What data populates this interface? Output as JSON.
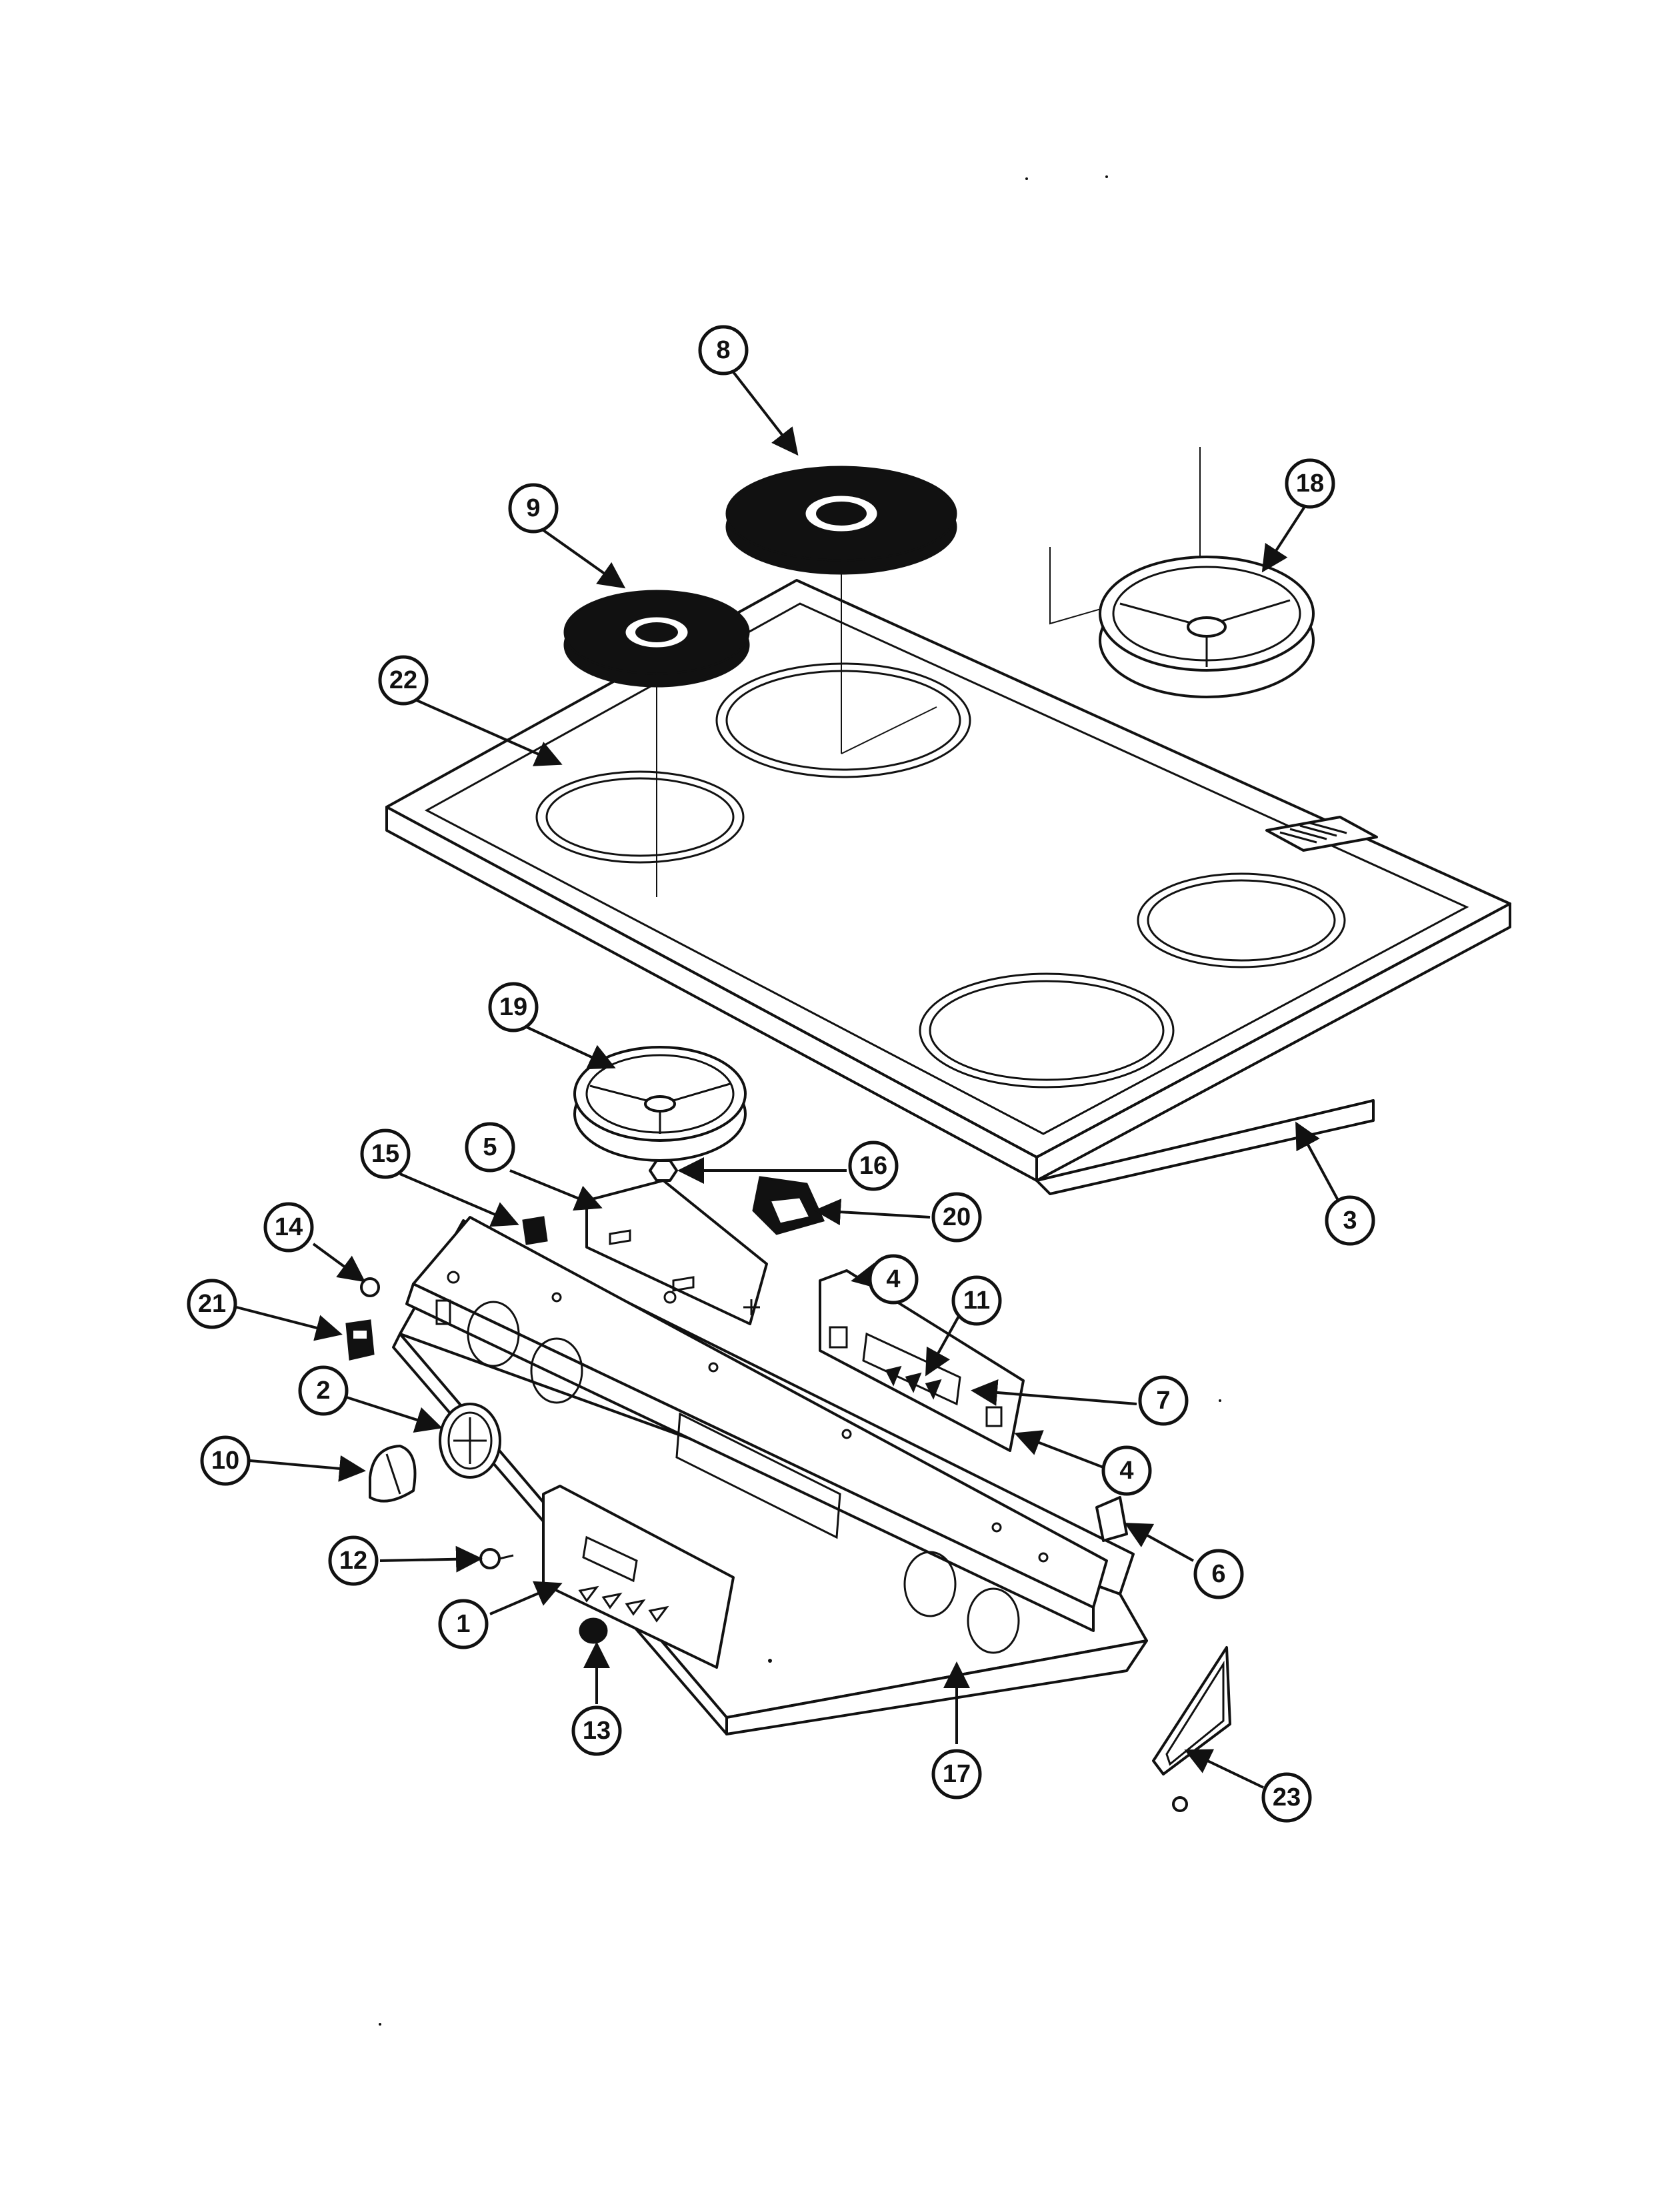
{
  "callouts": [
    {
      "id": "c8",
      "label": "8"
    },
    {
      "id": "c18",
      "label": "18"
    },
    {
      "id": "c9",
      "label": "9"
    },
    {
      "id": "c22",
      "label": "22"
    },
    {
      "id": "c19",
      "label": "19"
    },
    {
      "id": "c15",
      "label": "15"
    },
    {
      "id": "c5",
      "label": "5"
    },
    {
      "id": "c16",
      "label": "16"
    },
    {
      "id": "c20",
      "label": "20"
    },
    {
      "id": "c3",
      "label": "3"
    },
    {
      "id": "c14",
      "label": "14"
    },
    {
      "id": "c4a",
      "label": "4"
    },
    {
      "id": "c11",
      "label": "11"
    },
    {
      "id": "c21",
      "label": "21"
    },
    {
      "id": "c2",
      "label": "2"
    },
    {
      "id": "c7",
      "label": "7"
    },
    {
      "id": "c10",
      "label": "10"
    },
    {
      "id": "c4b",
      "label": "4"
    },
    {
      "id": "c6",
      "label": "6"
    },
    {
      "id": "c12",
      "label": "12"
    },
    {
      "id": "c1",
      "label": "1"
    },
    {
      "id": "c13",
      "label": "13"
    },
    {
      "id": "c17",
      "label": "17"
    },
    {
      "id": "c23",
      "label": "23"
    }
  ]
}
